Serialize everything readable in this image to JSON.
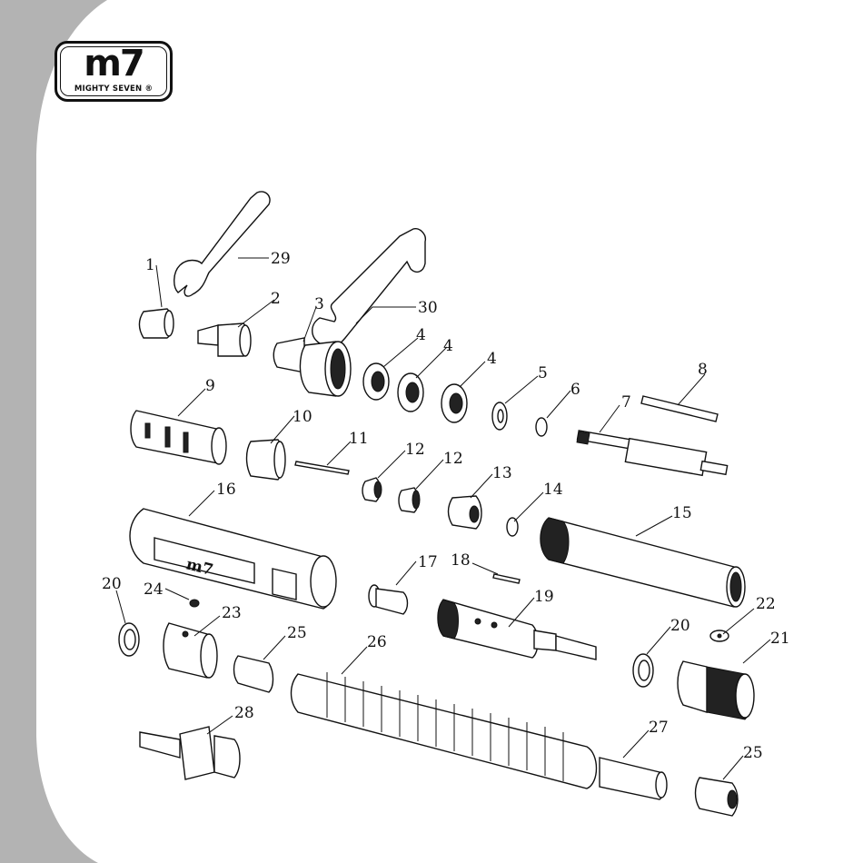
{
  "brand": {
    "logo_mark": "m7",
    "logo_tag": "MIGHTY SEVEN ®",
    "body_mark": "m7"
  },
  "colors": {
    "sidebar": "#b3b3b3",
    "ink": "#111111",
    "paper": "#ffffff"
  },
  "diagram": {
    "type": "exploded-parts-view",
    "callouts": [
      "1",
      "2",
      "3",
      "4",
      "4",
      "4",
      "5",
      "6",
      "7",
      "8",
      "9",
      "10",
      "11",
      "12",
      "12",
      "13",
      "14",
      "15",
      "16",
      "17",
      "18",
      "19",
      "20",
      "20",
      "21",
      "22",
      "23",
      "24",
      "25",
      "25",
      "26",
      "27",
      "28",
      "29",
      "30"
    ]
  }
}
